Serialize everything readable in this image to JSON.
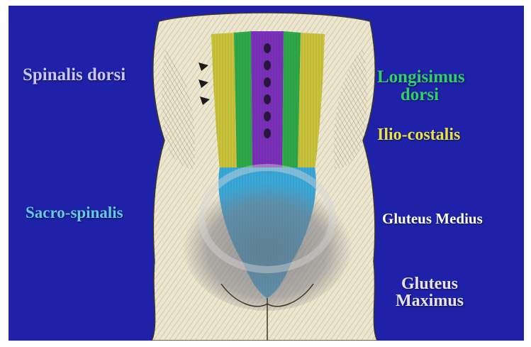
{
  "labels": {
    "spinalis_dorsi": "Spinalis dorsi",
    "longisimus_line1": "Longisimus",
    "longisimus_line2": "dorsi",
    "ilio_costalis": "Ilio-costalis",
    "sacro_spinalis": "Sacro-spinalis",
    "gluteus_medius": "Gluteus Medius",
    "gluteus_maximus_line1": "Gluteus",
    "gluteus_maximus_line2": "Maximus"
  },
  "colors": {
    "background": "#1f22a8",
    "spinalis": "#7a30b8",
    "longisimus": "#2fa84a",
    "iliocostalis": "#c9c23a",
    "sacrospinalis": "#3aa8d8",
    "skin": "#ece6cf"
  }
}
